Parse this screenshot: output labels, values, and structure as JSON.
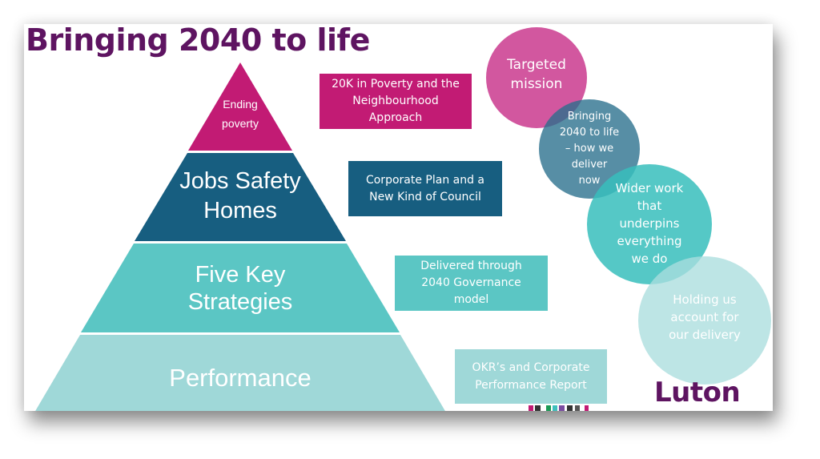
{
  "slide": {
    "title": "Bringing 2040 to life",
    "brand": "Luton"
  },
  "pyramid": {
    "layers": [
      {
        "label": "Ending poverty",
        "lines": [
          "Ending",
          "poverty"
        ],
        "color": "#c21b74"
      },
      {
        "label": "Jobs Safety Homes",
        "lines": [
          "Jobs Safety",
          "Homes"
        ],
        "color": "#175e80"
      },
      {
        "label": "Five Key Strategies",
        "lines": [
          "Five Key",
          "Strategies"
        ],
        "color": "#5bc6c4"
      },
      {
        "label": "Performance",
        "lines": [
          "Performance"
        ],
        "color": "#9fd8d8"
      }
    ]
  },
  "boxes": [
    {
      "lines": [
        "20K in Poverty and the",
        "Neighbourhood",
        "Approach"
      ],
      "color": "#c21b74"
    },
    {
      "lines": [
        "Corporate Plan and a",
        "New Kind of Council"
      ],
      "color": "#175e80"
    },
    {
      "lines": [
        "Delivered through",
        "2040 Governance",
        "model"
      ],
      "color": "#5bc6c4"
    },
    {
      "lines": [
        "OKR’s and Corporate",
        "Performance Report"
      ],
      "color": "#9fd8d8"
    }
  ],
  "circles": [
    {
      "lines": [
        "Targeted",
        "mission"
      ],
      "color": "#d04f98"
    },
    {
      "lines": [
        "Bringing",
        "2040 to life",
        "– how we",
        "deliver",
        "now"
      ],
      "color": "#3f7f99"
    },
    {
      "lines": [
        "Wider work",
        "that",
        "underpins",
        "everything",
        "we do"
      ],
      "color": "#3fbfbd"
    },
    {
      "lines": [
        "Holding us",
        "account for",
        "our delivery"
      ],
      "color": "#b8e3e3"
    }
  ]
}
